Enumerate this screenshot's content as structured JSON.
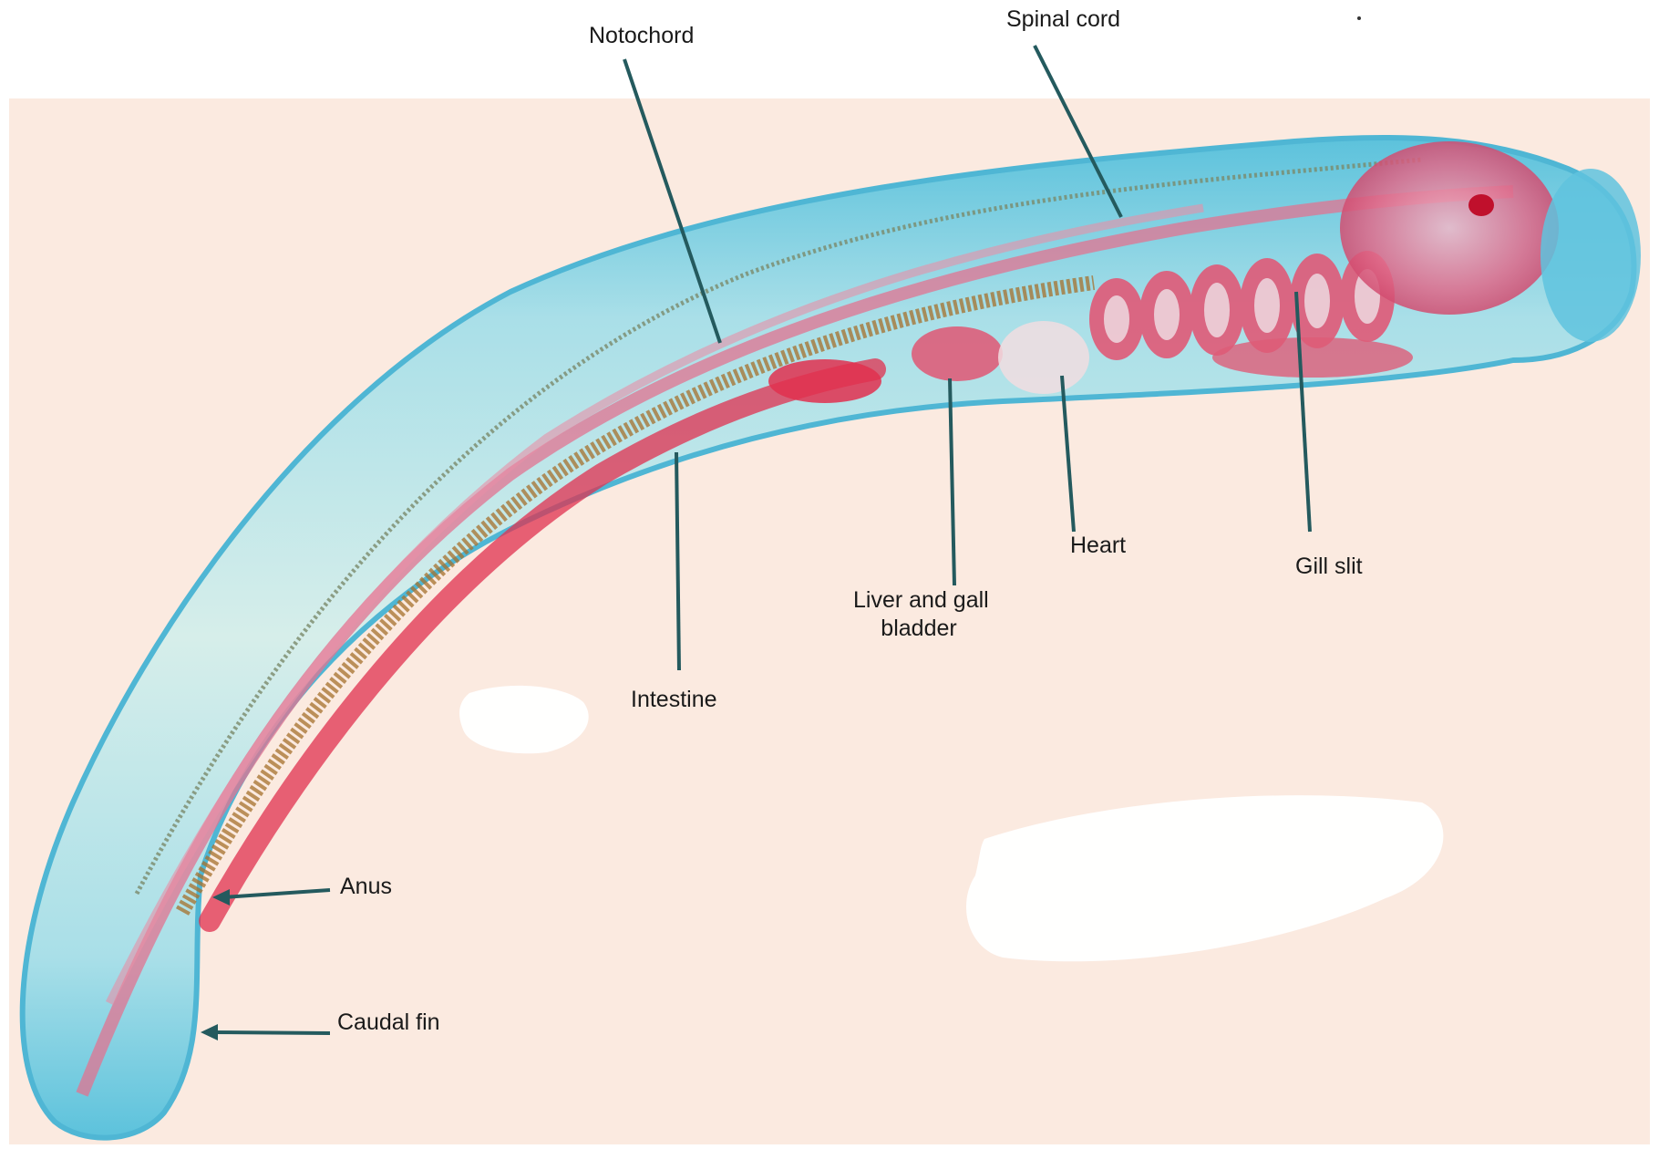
{
  "diagram": {
    "labels": {
      "notochord": "Notochord",
      "spinal_cord": "Spinal cord",
      "intestine": "Intestine",
      "liver_line1": "Liver and gall",
      "liver_line2": "bladder",
      "heart": "Heart",
      "gill_slit": "Gill slit",
      "anus": "Anus",
      "caudal_fin": "Caudal fin"
    },
    "colors": {
      "background_panel": "#fbeae0",
      "body_outline": "#5fc3de",
      "body_inner": "#bfe6ec",
      "stain_red": "#e0304f",
      "pigment_brown": "#a5702c",
      "leader_line": "#245a5e"
    }
  }
}
